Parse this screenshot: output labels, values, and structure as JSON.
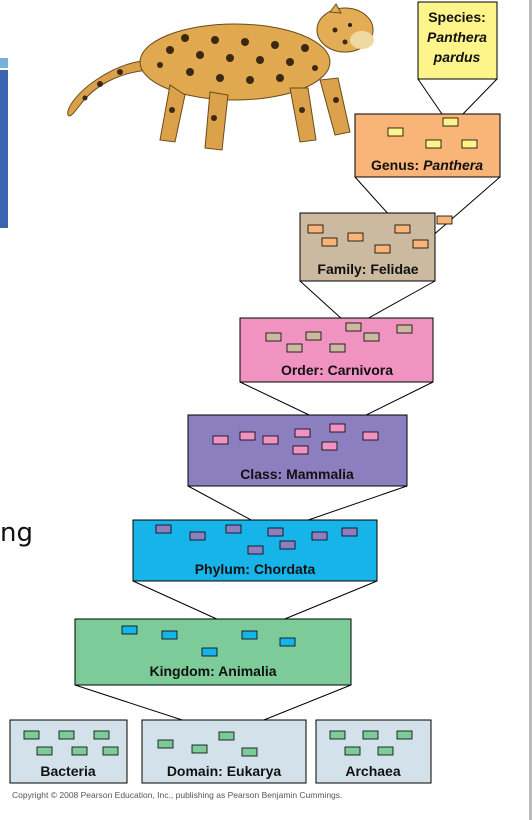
{
  "sidebar": {
    "partial_text": "ng"
  },
  "taxonomy": {
    "species": {
      "label": "Species:",
      "name_line1": "Panthera",
      "name_line2": "pardus"
    },
    "genus": {
      "label": "Genus: ",
      "name": "Panthera"
    },
    "family": "Family: Felidae",
    "order": "Order: Carnivora",
    "class": "Class: Mammalia",
    "phylum": "Phylum: Chordata",
    "kingdom": "Kingdom: Animalia",
    "domains": [
      "Bacteria",
      "Domain: Eukarya",
      "Archaea"
    ]
  },
  "colors": {
    "species": "#fdf48a",
    "genus": "#f9b478",
    "family": "#cbb9a0",
    "order": "#f193c0",
    "class": "#8c7fbf",
    "phylum": "#17b4e9",
    "kingdom": "#7dcb98",
    "domain": "#d3e2ea"
  },
  "illustration": {
    "animal": "leopard-icon"
  },
  "footer": {
    "copyright": "Copyright © 2008 Pearson Education, Inc., publishing as Pearson Benjamin Cummings."
  }
}
